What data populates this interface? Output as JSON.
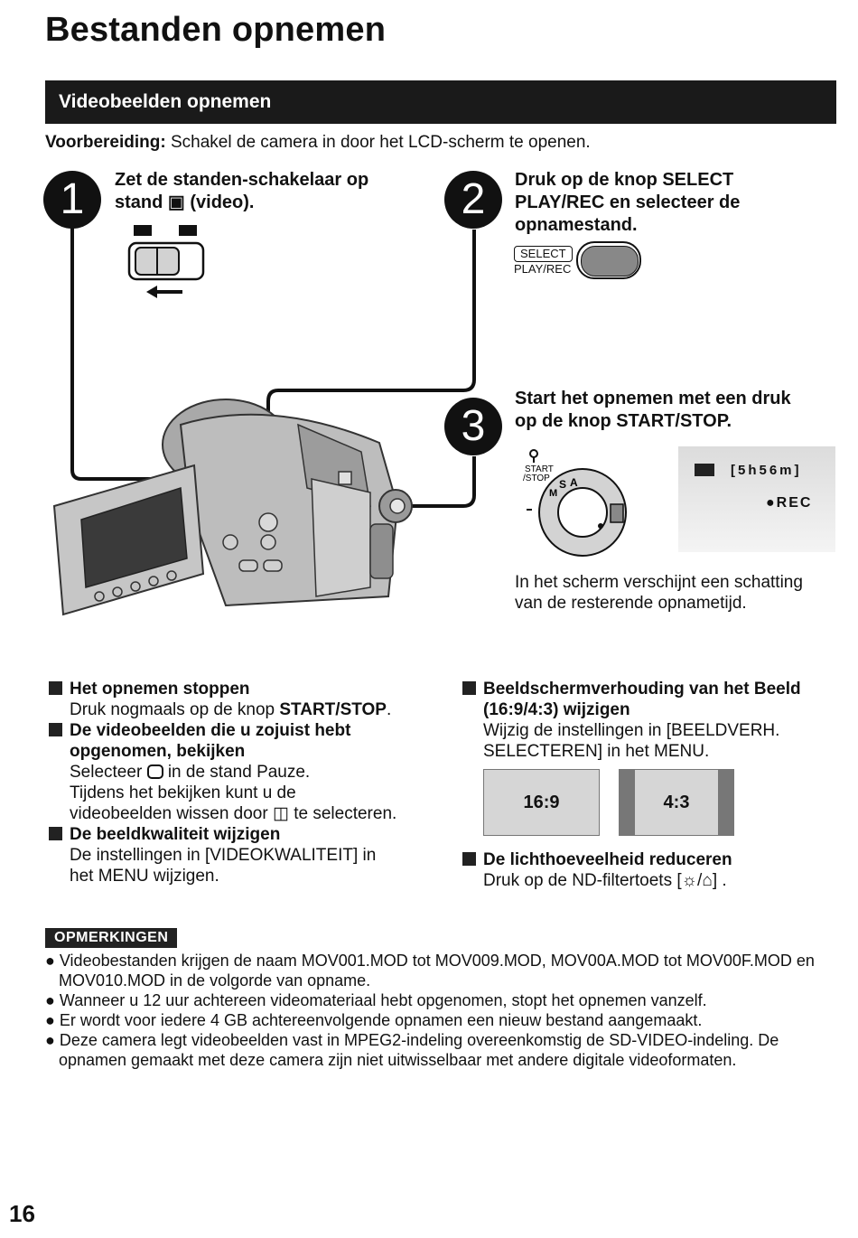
{
  "page": {
    "title": "Bestanden opnemen",
    "section_bar": "Videobeelden opnemen",
    "prep_label": "Voorbereiding:",
    "prep_text": " Schakel de camera in door het LCD-scherm te openen.",
    "page_number": "16"
  },
  "steps": [
    {
      "num": "1",
      "line1": "Zet de standen-schakelaar op",
      "line2_pre": "stand ",
      "line2_post": " (video)."
    },
    {
      "num": "2",
      "line1": "Druk op de knop SELECT",
      "line2": "PLAY/REC en selecteer de",
      "line3": "opnamestand."
    },
    {
      "num": "3",
      "line1": "Start het opnemen met een druk",
      "line2": "op de knop START/STOP."
    }
  ],
  "select_button": {
    "label1": "SELECT",
    "label2": "PLAY/REC"
  },
  "lcd": {
    "remaining": "[5h56m]",
    "rec": "REC"
  },
  "dial": {
    "start_stop": "START",
    "start_stop2": "/STOP",
    "mode_a": "A",
    "mode_s": "S",
    "mode_m": "M"
  },
  "screen_note": {
    "line1": "In het scherm verschijnt een schatting",
    "line2": "van de resterende opnametijd."
  },
  "left_sections": [
    {
      "head": "Het opnemen stoppen",
      "body": [
        "Druk nogmaals op de knop "
      ],
      "body_bold": "START/STOP",
      "body_end": "."
    },
    {
      "head1": "De videobeelden die u zojuist hebt",
      "head2": "opgenomen, bekijken",
      "body1_pre": "Selecteer ",
      "body1_post": " in de stand Pauze.",
      "body2": "Tijdens het bekijken kunt u de",
      "body3_pre": "videobeelden wissen door ",
      "body3_post": " te selecteren."
    },
    {
      "head": "De beeldkwaliteit wijzigen",
      "body1": "De instellingen in [VIDEOKWALITEIT] in",
      "body2": "het MENU wijzigen."
    }
  ],
  "right_sections": [
    {
      "head1": "Beeldschermverhouding van het Beeld",
      "head2": "(16:9/4:3) wijzigen",
      "body1": "Wijzig de instellingen in [BEELDVERH.",
      "body2": "SELECTEREN] in het MENU."
    },
    {
      "head": "De lichthoeveelheid reduceren",
      "body_pre": "Druk op de ND-filtertoets [",
      "body_post": "] ."
    }
  ],
  "aspect_ratios": [
    "16:9",
    "4:3"
  ],
  "notes": {
    "tag": "OPMERKINGEN",
    "items": [
      "● Videobestanden krijgen de naam MOV001.MOD tot MOV009.MOD, MOV00A.MOD tot MOV00F.MOD en MOV010.MOD in de volgorde van opname.",
      "● Wanneer u 12 uur achtereen videomateriaal hebt opgenomen, stopt het opnemen vanzelf.",
      "● Er wordt voor iedere 4 GB achtereenvolgende opnamen een nieuw bestand aangemaakt.",
      "● Deze camera legt videobeelden vast in MPEG2-indeling overeenkomstig de SD-VIDEO-indeling. De opnamen gemaakt met deze camera zijn niet uitwisselbaar met andere digitale videoformaten."
    ]
  },
  "icons": [
    "video-mode-icon",
    "still-mode-icon",
    "playback-icon",
    "trash-icon",
    "nd-filter-icon"
  ]
}
